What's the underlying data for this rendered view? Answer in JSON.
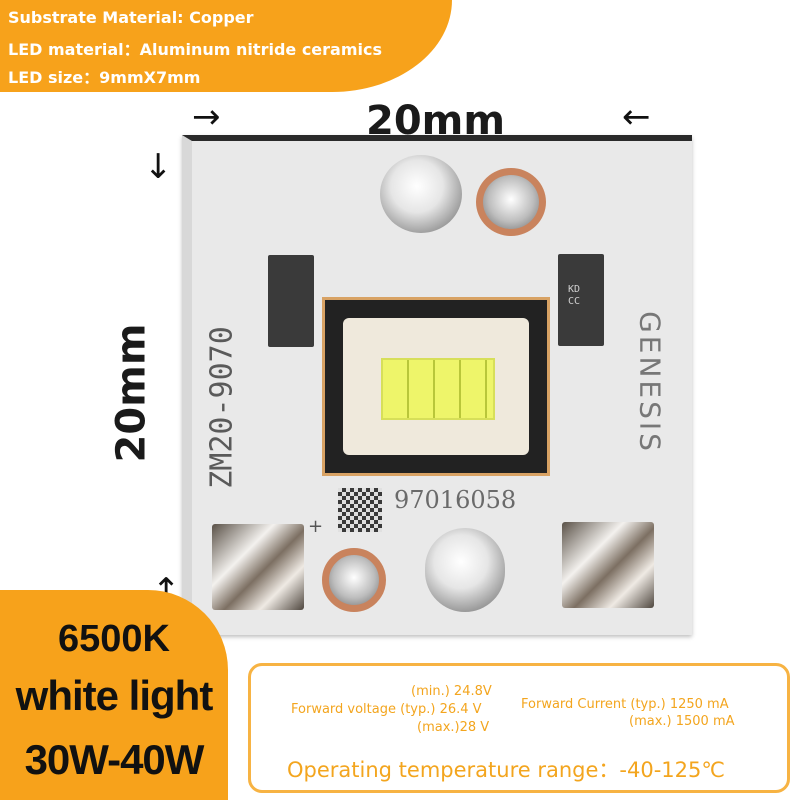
{
  "specs": {
    "substrate": "Substrate Material: Copper",
    "led_material": "LED material：Aluminum nitride ceramics",
    "led_size": "LED size：9mmX7mm"
  },
  "dimensions": {
    "width_label": "20mm",
    "height_label": "20mm"
  },
  "board": {
    "model": "ZM20-9070",
    "brand": "GENESIS",
    "serial": "97016058",
    "diode_marking": "KD CC"
  },
  "badge": {
    "color_temp": "6500K",
    "light": "white light",
    "power": "30W-40W"
  },
  "electrical": {
    "fv_min": "(min.) 24.8V",
    "fv_label": "Forward voltage (typ.) 26.4 V",
    "fv_max": "(max.)28 V",
    "fc_typ": "Forward Current (typ.) 1250 mA",
    "fc_max": "(max.) 1500 mA",
    "op_temp": "Operating temperature range：-40-125℃"
  },
  "colors": {
    "accent_orange": "#f7a21b",
    "spec_text": "#f3a51e"
  },
  "icons": [
    "arrow-right-icon",
    "arrow-left-icon",
    "arrow-down-icon",
    "arrow-up-icon",
    "plus-icon"
  ]
}
